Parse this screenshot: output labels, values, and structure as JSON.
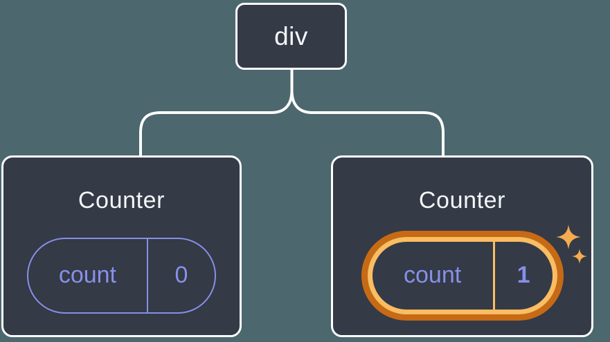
{
  "diagram": {
    "description": "Component tree: div parent with two Counter children holding count state",
    "root": {
      "label": "div"
    },
    "children": [
      {
        "title": "Counter",
        "state": {
          "key": "count",
          "value": "0"
        },
        "highlighted": false
      },
      {
        "title": "Counter",
        "state": {
          "key": "count",
          "value": "1"
        },
        "highlighted": true
      }
    ],
    "icons": {
      "highlight": "sparkles-icon"
    }
  },
  "colors": {
    "bg": "#4C676E",
    "card": "#343A46",
    "line": "#FFFFFF",
    "text": "#F4F6F8",
    "purple": "#8790E8",
    "orange-dark": "#C76A15",
    "orange-light": "#FABD62",
    "sparkle": "#F5AC4E"
  }
}
